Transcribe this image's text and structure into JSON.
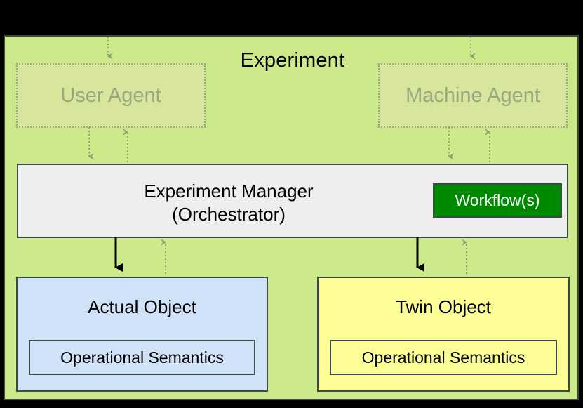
{
  "diagram": {
    "title": "Experiment",
    "background_color": "#cdea8b",
    "border_color": "#3d4b46",
    "agents": [
      {
        "id": "user-agent",
        "label": "User Agent",
        "style": "dashed-ghost",
        "fill": "#d8e59c",
        "text_color": "#9aa882"
      },
      {
        "id": "machine-agent",
        "label": "Machine Agent",
        "style": "dashed-ghost",
        "fill": "#d8e59c",
        "text_color": "#9aa882"
      }
    ],
    "manager": {
      "line1": "Experiment Manager",
      "line2": "(Orchestrator)",
      "fill": "#eeeeee",
      "workflows": {
        "label": "Workflow(s)",
        "fill": "#008a00",
        "text_color": "#ffffff"
      }
    },
    "objects": [
      {
        "id": "actual-object",
        "title": "Actual Object",
        "fill": "#cfe2f7",
        "semantics": "Operational Semantics"
      },
      {
        "id": "twin-object",
        "title": "Twin Object",
        "fill": "#fdfd96",
        "semantics": "Operational Semantics"
      }
    ],
    "connectors": [
      {
        "id": "into-user-agent",
        "style": "dotted",
        "direction": "down",
        "color": "#8fa075"
      },
      {
        "id": "into-machine-agent",
        "style": "dotted",
        "direction": "down",
        "color": "#8fa075"
      },
      {
        "id": "user-agent-to-manager",
        "style": "dotted",
        "direction": "down",
        "color": "#8fa075"
      },
      {
        "id": "manager-to-user-agent",
        "style": "dotted",
        "direction": "up",
        "color": "#8fa075"
      },
      {
        "id": "machine-agent-to-manager",
        "style": "dotted",
        "direction": "down",
        "color": "#8fa075"
      },
      {
        "id": "manager-to-machine-agent",
        "style": "dotted",
        "direction": "up",
        "color": "#8fa075"
      },
      {
        "id": "manager-to-actual-object",
        "style": "solid",
        "direction": "down",
        "color": "#000000"
      },
      {
        "id": "actual-object-to-manager",
        "style": "dotted",
        "direction": "up",
        "color": "#8fa075"
      },
      {
        "id": "manager-to-twin-object",
        "style": "solid",
        "direction": "down",
        "color": "#000000"
      },
      {
        "id": "twin-object-to-manager",
        "style": "dotted",
        "direction": "up",
        "color": "#8fa075"
      }
    ]
  }
}
